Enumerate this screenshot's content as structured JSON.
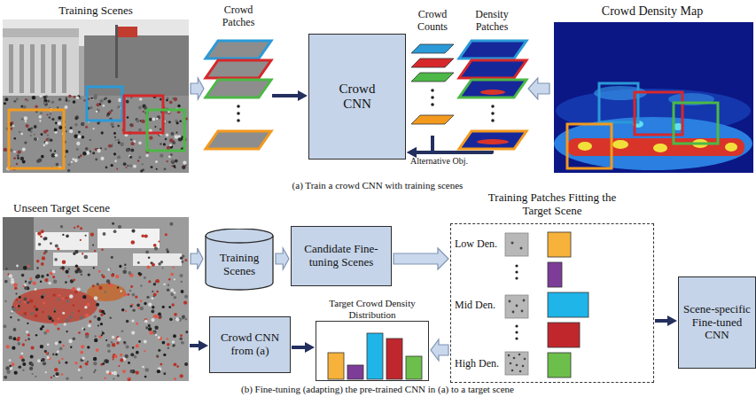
{
  "diagram": {
    "nodes": [
      {
        "text": [
          "Training Scenes"
        ]
      },
      {
        "text": [
          "Crowd Patches"
        ]
      },
      {
        "text": [
          "Crowd CNN"
        ]
      },
      {
        "text": [
          "Crowd Counts"
        ]
      },
      {
        "text": [
          "Density Patches"
        ]
      },
      {
        "text": [
          "Crowd Density Map"
        ]
      },
      {
        "text": [
          "Unseen Target Scene"
        ]
      },
      {
        "text": [
          "Training Scenes"
        ]
      },
      {
        "text": [
          "Candidate Fine-tuning Scenes"
        ]
      },
      {
        "text": [
          "Training Patches Fitting the Target Scene"
        ]
      },
      {
        "text": [
          "Crowd CNN from (a)"
        ]
      },
      {
        "text": [
          "Target Crowd Density Distribution"
        ]
      },
      {
        "text": [
          "Scene-specific Fine-tuned CNN"
        ]
      }
    ],
    "edges": [
      {
        "from": 0,
        "to": 1,
        "arrow": "to"
      },
      {
        "from": 1,
        "to": 2,
        "arrow": "to"
      },
      {
        "from": 3,
        "to": 2,
        "arrow": "to"
      },
      {
        "from": 4,
        "to": 2,
        "arrow": "to"
      },
      {
        "from": 5,
        "to": 4,
        "arrow": "to"
      },
      {
        "from": 6,
        "to": 7,
        "arrow": "to"
      },
      {
        "from": 7,
        "to": 8,
        "arrow": "to"
      },
      {
        "from": 8,
        "to": 9,
        "arrow": "to"
      },
      {
        "from": 6,
        "to": 10,
        "arrow": "to"
      },
      {
        "from": 10,
        "to": 11,
        "arrow": "to"
      },
      {
        "from": 9,
        "to": 11,
        "arrow": "to"
      },
      {
        "from": 9,
        "to": 12,
        "arrow": "to"
      }
    ],
    "labels": [
      "Alternative Obj.",
      "(a) Train a crowd CNN with training scenes",
      "Low Den.",
      "Mid Den.",
      "High Den.",
      "(b) Fine-tuning (adapting) the pre-trained CNN in (a) to a target scene"
    ]
  }
}
